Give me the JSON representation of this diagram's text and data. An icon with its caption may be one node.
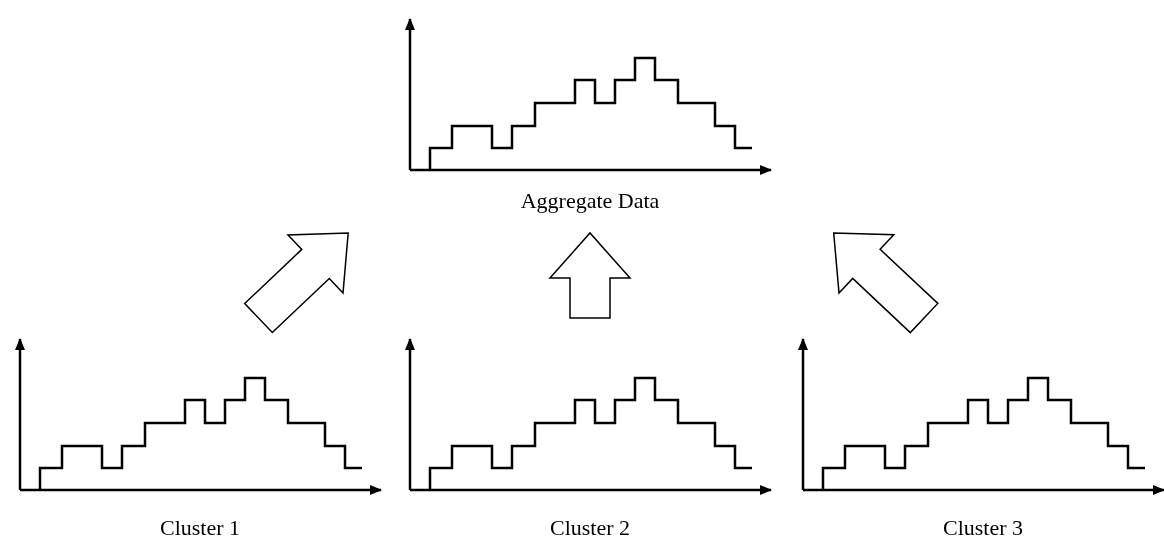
{
  "diagram": {
    "nodes": [
      {
        "text": [
          "Aggregate Data"
        ]
      },
      {
        "text": [
          "Cluster 1"
        ]
      },
      {
        "text": [
          "Cluster 2"
        ]
      },
      {
        "text": [
          "Cluster 3"
        ]
      }
    ],
    "edges": [
      {
        "from": 1,
        "to": 0,
        "arrow": "to",
        "style": "thick"
      },
      {
        "from": 2,
        "to": 0,
        "arrow": "to",
        "style": "thick"
      },
      {
        "from": 3,
        "to": 0,
        "arrow": "to",
        "style": "thick"
      }
    ]
  }
}
